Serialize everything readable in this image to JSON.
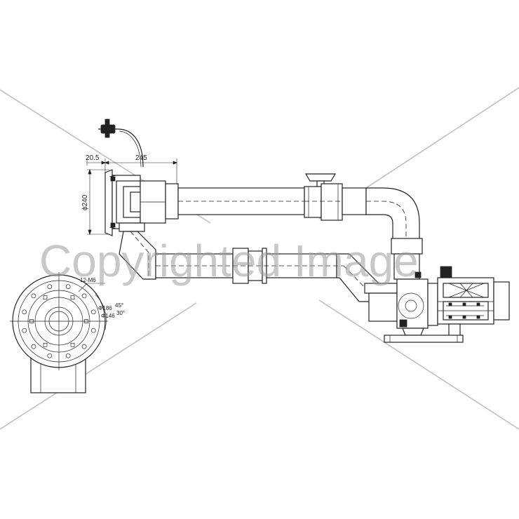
{
  "dimensions": {
    "offset": "20.5",
    "length": "245",
    "diameter": "ϕ240"
  },
  "base_labels": {
    "bolts": "12-M6",
    "bolt_circle": "Φ186",
    "angle": "45°",
    "outer": "Φ146",
    "outer_angle": "30°"
  },
  "watermark": {
    "text": "Copyrighted Image"
  }
}
